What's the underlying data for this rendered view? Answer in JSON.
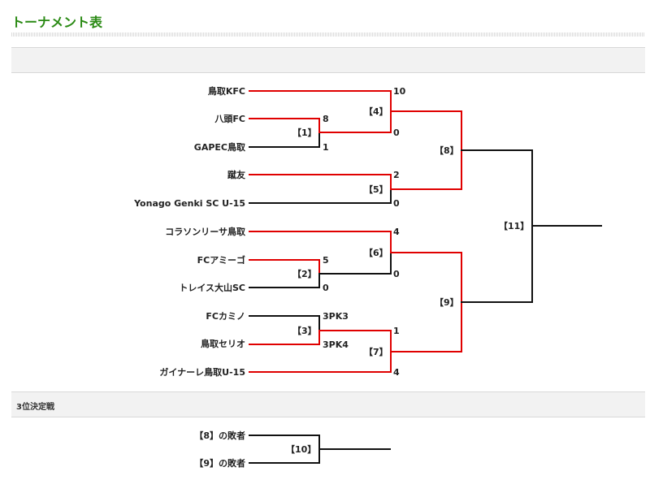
{
  "page": {
    "title": "トーナメント表",
    "third_place_label": "3位決定戦"
  },
  "colors": {
    "win": "#e00000",
    "lose": "#111111",
    "title": "#2a8a14"
  },
  "teams": [
    "鳥取KFC",
    "八頭FC",
    "GAPEC鳥取",
    "蹴友",
    "Yonago Genki SC U-15",
    "コラソンリーサ鳥取",
    "FCアミーゴ",
    "トレイス大山SC",
    "FCカミノ",
    "鳥取セリオ",
    "ガイナーレ鳥取U-15"
  ],
  "matches": {
    "m1": {
      "label": "【1】",
      "score_top": "8",
      "score_bottom": "1"
    },
    "m2": {
      "label": "【2】",
      "score_top": "5",
      "score_bottom": "0"
    },
    "m3": {
      "label": "【3】",
      "score_top": "3PK3",
      "score_bottom": "3PK4"
    },
    "m4": {
      "label": "【4】",
      "score_top": "10",
      "score_bottom": "0"
    },
    "m5": {
      "label": "【5】",
      "score_top": "2",
      "score_bottom": "0"
    },
    "m6": {
      "label": "【6】",
      "score_top": "4",
      "score_bottom": "0"
    },
    "m7": {
      "label": "【7】",
      "score_top": "1",
      "score_bottom": "4"
    },
    "m8": {
      "label": "【8】"
    },
    "m9": {
      "label": "【9】"
    },
    "m10": {
      "label": "【10】"
    },
    "m11": {
      "label": "【11】"
    }
  },
  "third_place": {
    "top": "【8】の敗者",
    "bottom": "【9】の敗者"
  }
}
